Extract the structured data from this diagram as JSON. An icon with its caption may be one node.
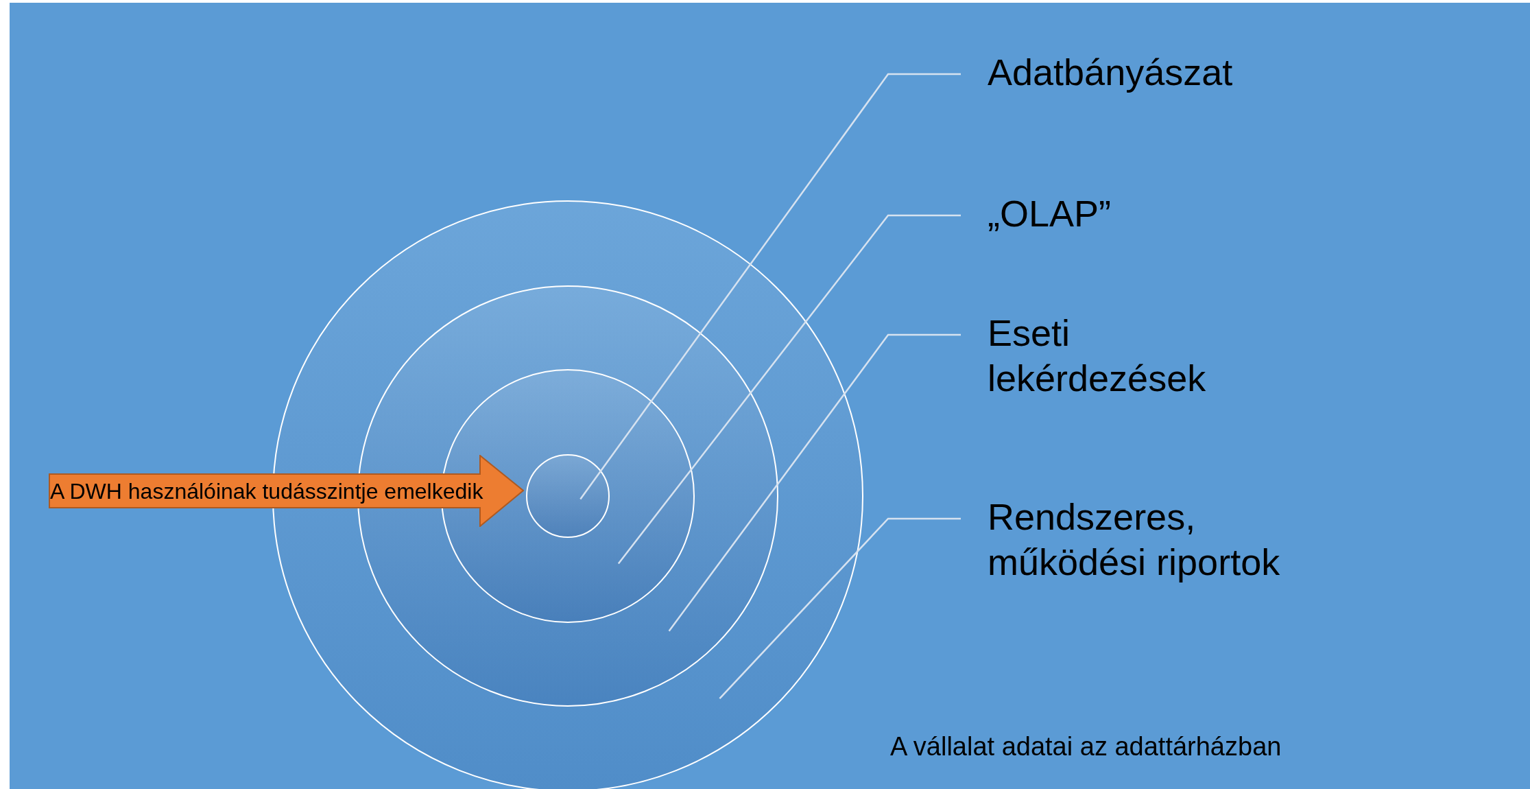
{
  "diagram": {
    "nodes": [
      {
        "text": [],
        "shape": "circle"
      },
      {
        "text": [],
        "shape": "circle",
        "in": 0
      },
      {
        "text": [],
        "shape": "circle",
        "in": 1
      },
      {
        "text": [],
        "shape": "circle",
        "in": 2
      },
      {
        "text": [
          "Adatbányászat"
        ]
      },
      {
        "text": [
          "„OLAP”"
        ]
      },
      {
        "text": [
          "Eseti lekérdezések"
        ]
      },
      {
        "text": [
          "Rendszeres, működési riportok"
        ]
      },
      {
        "text": [
          "A DWH használóinak tudásszintje emelkedik"
        ]
      }
    ],
    "edges": [
      {
        "from": 4,
        "to": 3,
        "arrow": "none"
      },
      {
        "from": 5,
        "to": 2,
        "arrow": "none"
      },
      {
        "from": 6,
        "to": 1,
        "arrow": "none"
      },
      {
        "from": 7,
        "to": 0,
        "arrow": "none"
      }
    ],
    "labels": [
      "A vállalat adatai az adattárházban"
    ]
  }
}
